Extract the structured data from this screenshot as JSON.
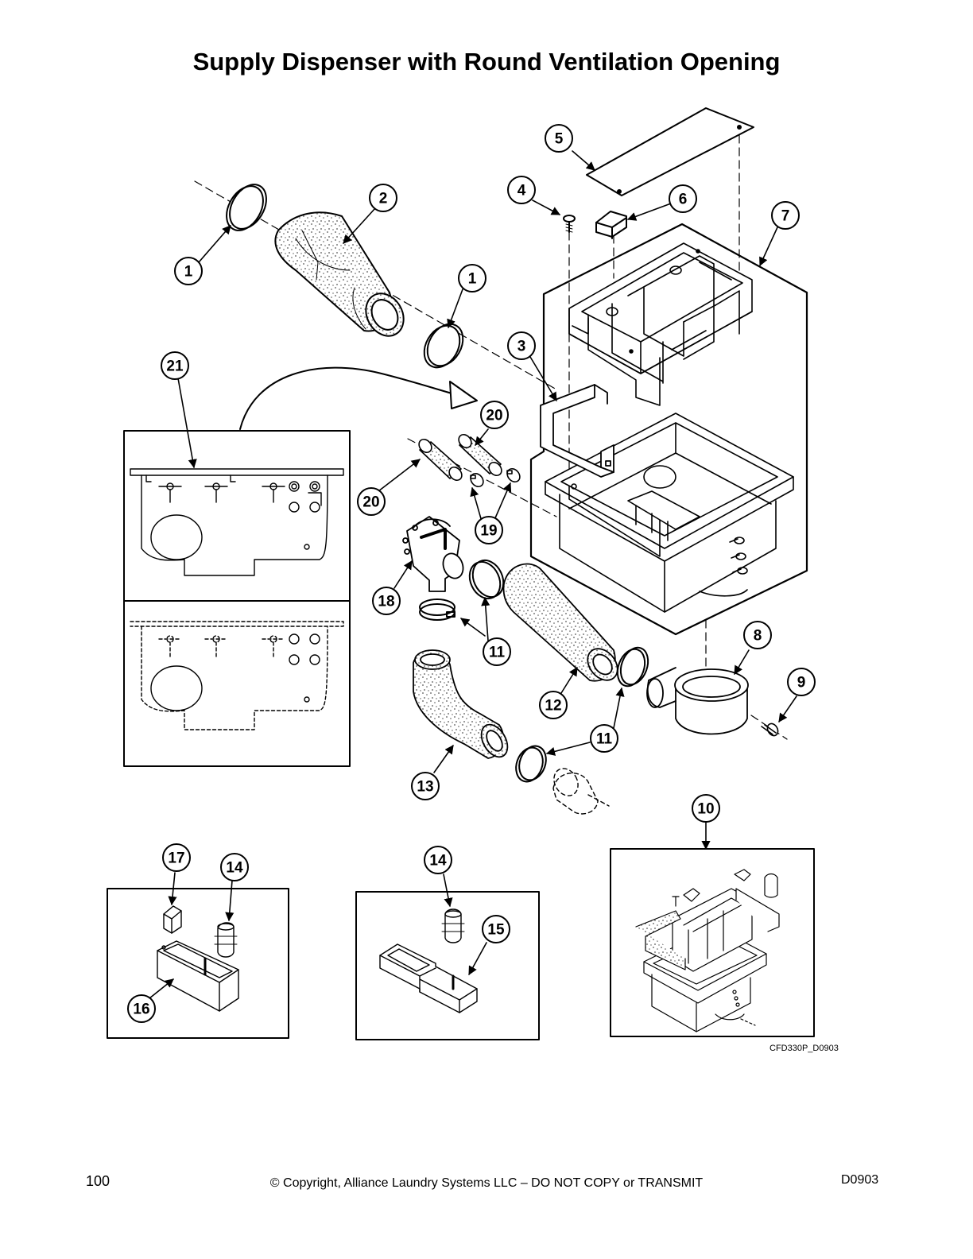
{
  "title": "Supply Dispenser with Round Ventilation Opening",
  "drawing_code": "CFD330P_D0903",
  "footer": {
    "page_number": "100",
    "copyright": "© Copyright, Alliance Laundry Systems LLC – DO NOT COPY or TRANSMIT",
    "doc_id": "D0903"
  },
  "callouts": {
    "c5": "5",
    "c4": "4",
    "c6": "6",
    "c2": "2",
    "c7": "7",
    "c1a": "1",
    "c1b": "1",
    "c3": "3",
    "c21": "21",
    "c20a": "20",
    "c20b": "20",
    "c19": "19",
    "c18": "18",
    "c11a": "11",
    "c8": "8",
    "c9": "9",
    "c12": "12",
    "c11b": "11",
    "c13": "13",
    "c10": "10",
    "c17": "17",
    "c14a": "14",
    "c14b": "14",
    "c15": "15",
    "c16": "16"
  }
}
